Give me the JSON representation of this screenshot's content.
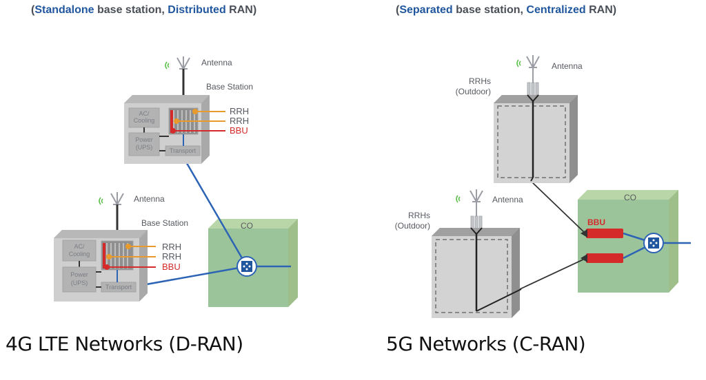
{
  "left_panel": {
    "subtitle": {
      "open": "(",
      "term1": "Standalone",
      "mid": " base station, ",
      "term2": "Distributed",
      "end": " RAN)"
    },
    "caption": "4G LTE Networks (D-RAN)",
    "base_stations": [
      {
        "antenna_label": "Antenna",
        "station_label": "Base Station",
        "modules": [
          "AC/ Cooling",
          "Power (UPS)",
          "Transport"
        ],
        "callouts": [
          {
            "text": "RRH",
            "color": "#e89a2c"
          },
          {
            "text": "RRH",
            "color": "#e89a2c"
          },
          {
            "text": "BBU",
            "color": "#d42a2a"
          }
        ]
      },
      {
        "antenna_label": "Antenna",
        "station_label": "Base Station",
        "modules": [
          "AC/ Cooling",
          "Power (UPS)",
          "Transport"
        ],
        "callouts": [
          {
            "text": "RRH",
            "color": "#e89a2c"
          },
          {
            "text": "RRH",
            "color": "#e89a2c"
          },
          {
            "text": "BBU",
            "color": "#d42a2a"
          }
        ]
      }
    ],
    "central_office": {
      "label": "CO"
    }
  },
  "right_panel": {
    "subtitle": {
      "open": "(",
      "term1": "Separated",
      "mid": " base station, ",
      "term2": "Centralized",
      "end": " RAN)"
    },
    "caption": "5G Networks (C-RAN)",
    "sites": [
      {
        "antenna_label": "Antenna",
        "rrh_label_1": "RRHs",
        "rrh_label_2": "(Outdoor)"
      },
      {
        "antenna_label": "Antenna",
        "rrh_label_1": "RRHs",
        "rrh_label_2": "(Outdoor)"
      }
    ],
    "central_office": {
      "label": "CO",
      "bbu_label": "BBU"
    }
  },
  "colors": {
    "accent_blue": "#1f569e",
    "link_blue": "#2c63b5",
    "rrh_orange": "#e89a2c",
    "bbu_red": "#d42a2a",
    "co_green": "#9cc49a",
    "wifi_green": "#5cc04a"
  }
}
